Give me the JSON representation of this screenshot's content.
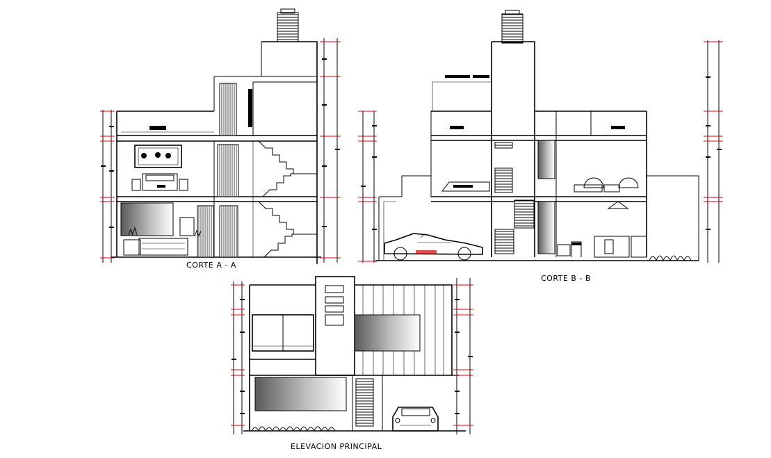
{
  "labels": {
    "section_a": "CORTE A - A",
    "section_b": "CORTE B - B",
    "elevation": "ELEVACION PRINCIPAL"
  },
  "colors": {
    "lines": "#000000",
    "dimension_marks": "#d40000",
    "background": "#ffffff"
  }
}
